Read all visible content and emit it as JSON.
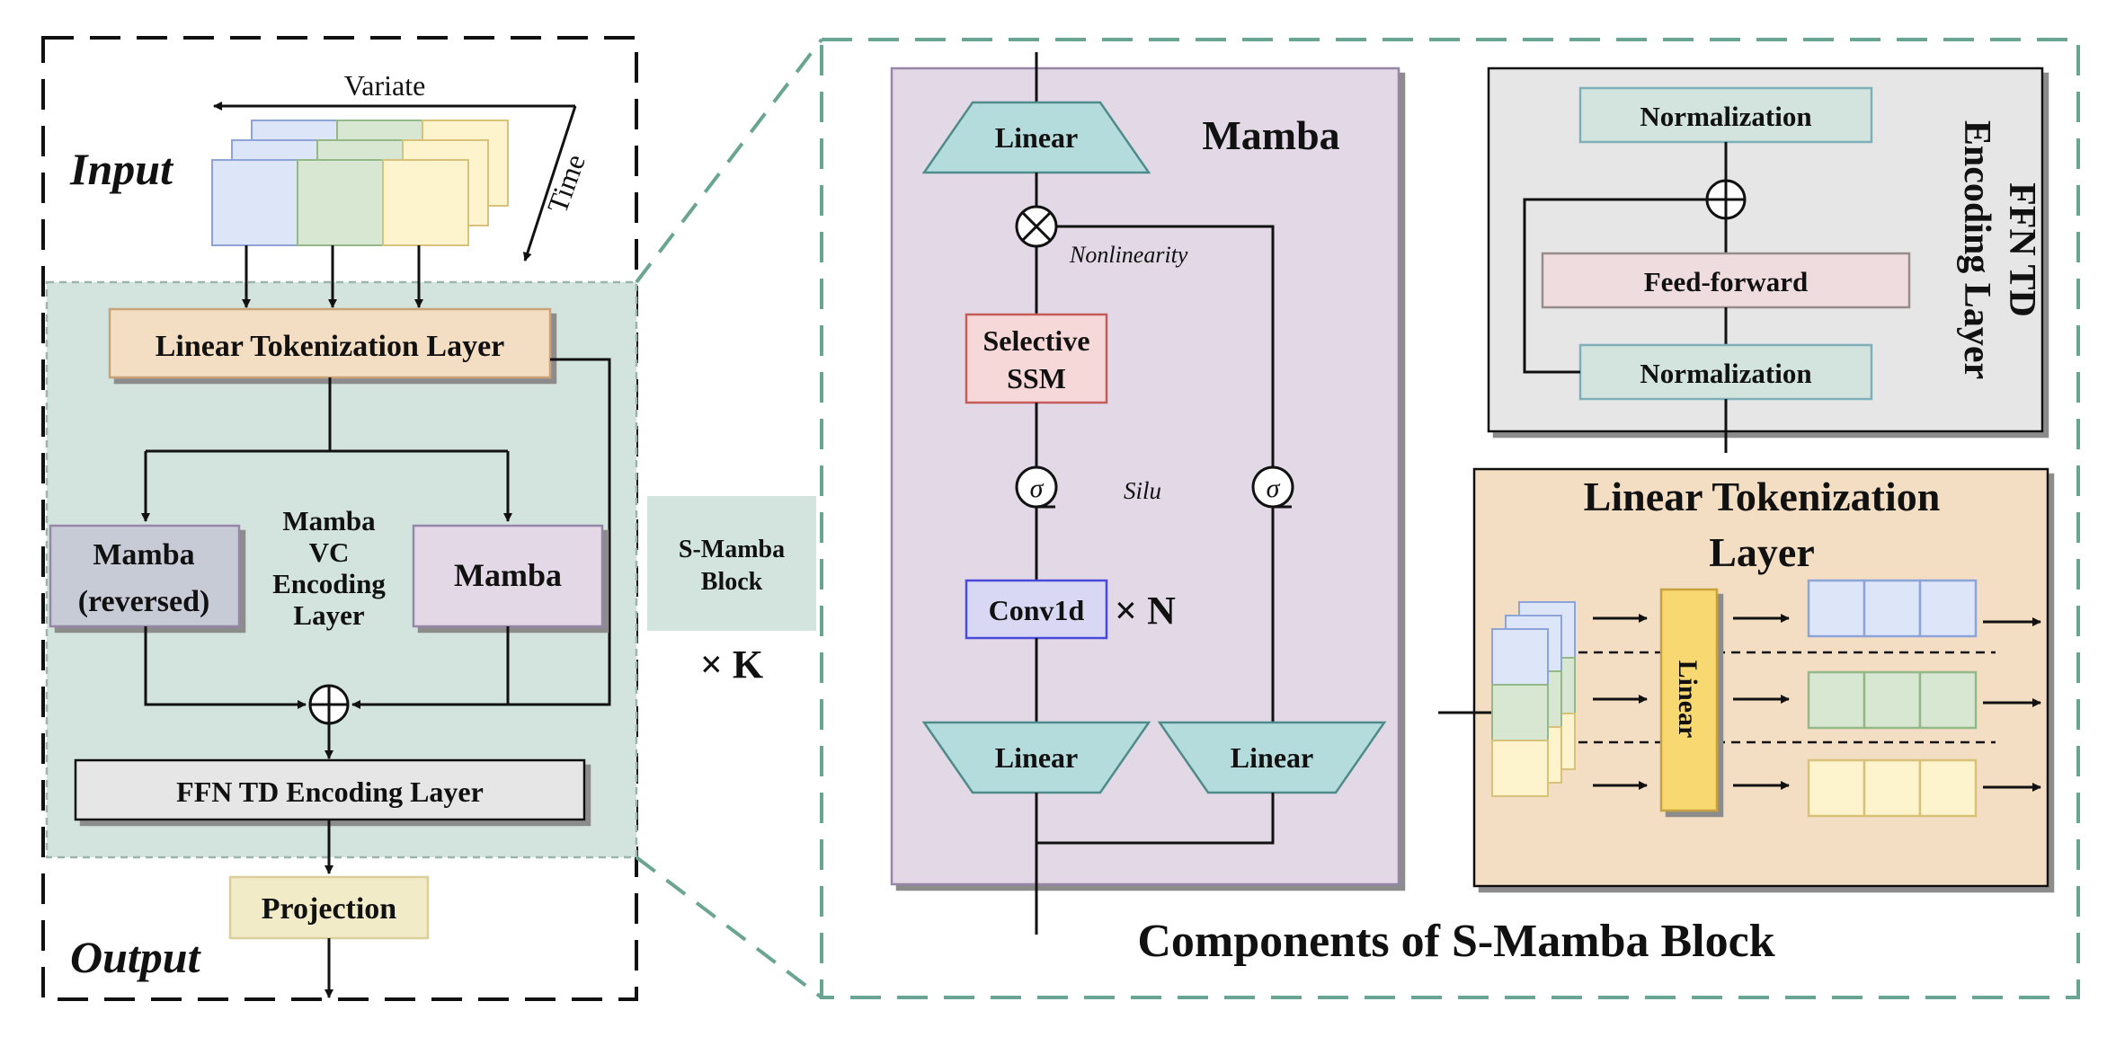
{
  "left": {
    "input": "Input",
    "output": "Output",
    "variate": "Variate",
    "time": "Time",
    "linear_tokenization": "Linear  Tokenization Layer",
    "mamba_reversed_1": "Mamba",
    "mamba_reversed_2": "(reversed)",
    "mamba": "Mamba",
    "vc_1": "Mamba",
    "vc_2": "VC",
    "vc_3": "Encoding",
    "vc_4": "Layer",
    "ffn": "FFN TD Encoding Layer",
    "projection": "Projection"
  },
  "middle": {
    "smamba_1": "S-Mamba",
    "smamba_2": "Block",
    "times_k": "× K"
  },
  "mamba_detail": {
    "title": "Mamba",
    "linear_top": "Linear",
    "nonlinearity": "Nonlinearity",
    "selective_1": "Selective",
    "selective_2": "SSM",
    "sigma": "σ",
    "silu": "Silu",
    "conv1d": "Conv1d",
    "times_n": "× N",
    "linear_left": "Linear",
    "linear_right": "Linear"
  },
  "ffn_detail": {
    "title_1": "FFN TD",
    "title_2": "Encoding Layer",
    "norm_top": "Normalization",
    "feed_forward": "Feed-forward",
    "norm_bottom": "Normalization"
  },
  "tok_detail": {
    "title_1": "Linear Tokenization",
    "title_2": "Layer",
    "linear": "Linear"
  },
  "footer": "Components of S-Mamba Block",
  "colors": {
    "blue": "#dce6f8",
    "green": "#d8e7d2",
    "yellow": "#fdf3cd",
    "teal_bg": "#d3e4df",
    "purple_bg": "#e3d8e6",
    "tan": "#f3dec3",
    "dashed_teal": "#6aa593"
  }
}
